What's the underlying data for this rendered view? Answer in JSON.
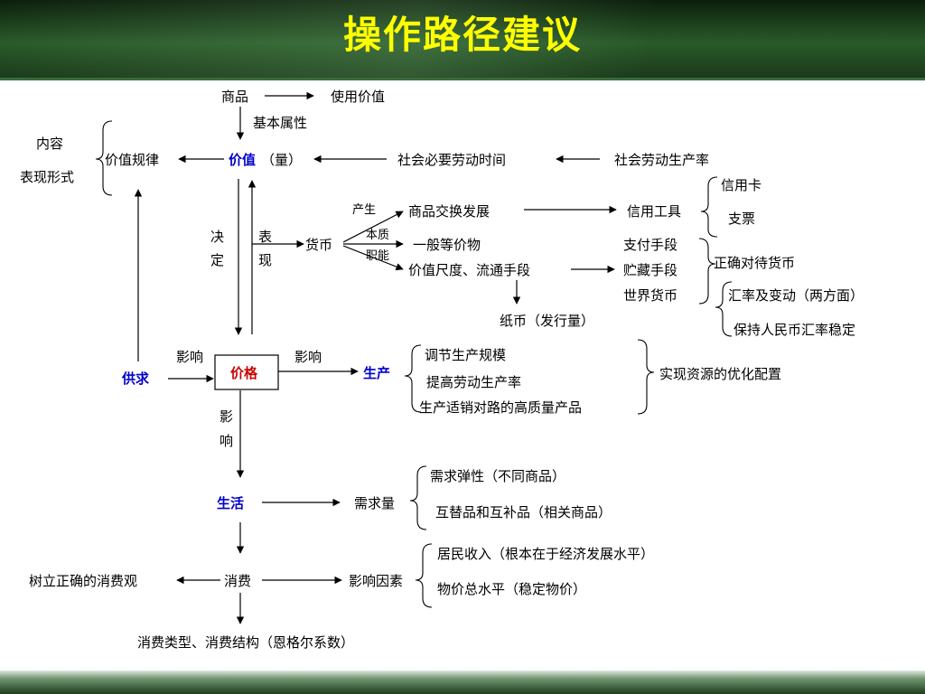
{
  "title": "操作路径建议",
  "labels": {
    "shangpin": "商品",
    "shiyongjiazhi": "使用价值",
    "jibenshuxing": "基本属性",
    "neirong": "内容",
    "biaoxianxingshi": "表现形式",
    "jiazhiguilv": "价值规律",
    "jiazhi": "价值",
    "liang": "（量）",
    "shehuibiyao": "社会必要劳动时间",
    "shehuilaodong": "社会劳动生产率",
    "xinyongka": "信用卡",
    "zhipiao": "支票",
    "chansheng": "产生",
    "shangpinjiaohuan": "商品交换发展",
    "xinyonggongju": "信用工具",
    "jue": "决",
    "ding": "定",
    "biao": "表",
    "xian": "现",
    "huobi": "货币",
    "benzhi": "本质",
    "zhineng": "职能",
    "yibandengjia": "一般等价物",
    "jiazhichidu": "价值尺度、流通手段",
    "zhifu": "支付手段",
    "zhucang": "贮藏手段",
    "shijiehuobi": "世界货币",
    "zhengque_huobi": "正确对待货币",
    "huilv": "汇率及变动（两方面）",
    "baochi": "保持人民币汇率稳定",
    "zhibi": "纸币（发行量）",
    "yingxiang1": "影响",
    "yingxiang2": "影响",
    "gongqiu": "供求",
    "jiage": "价格",
    "shengchan": "生产",
    "tiaojie": "调节生产规模",
    "tigao": "提高劳动生产率",
    "shengchanshixiao": "生产适销对路的高质量产品",
    "shixianziyuan": "实现资源的优化配置",
    "ying": "影",
    "xiang": "响",
    "xuqiutanxing": "需求弹性（不同商品）",
    "shenghuo": "生活",
    "xuqiuliang": "需求量",
    "tidaipin": "互替品和互补品（相关商品）",
    "jumin": "居民收入（根本在于经济发展水平）",
    "shuli": "树立正确的消费观",
    "xiaofei": "消费",
    "yingxiangyinsu": "影响因素",
    "wujia": "物价总水平（稳定物价）",
    "xiaofeileixing": "消费类型、消费结构（恩格尔系数）"
  },
  "colors": {
    "title": "#ffff00",
    "key_blue": "#0000cc",
    "key_red": "#cc0000",
    "header_green": "#2a5a2a"
  }
}
